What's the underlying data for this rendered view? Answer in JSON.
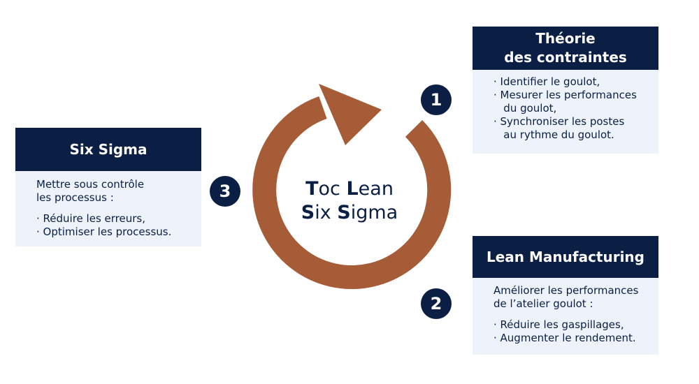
{
  "center": {
    "line1": [
      {
        "text": "T",
        "bold": true
      },
      {
        "text": "oc ",
        "bold": false
      },
      {
        "text": "L",
        "bold": true
      },
      {
        "text": "ean",
        "bold": false
      }
    ],
    "line2": [
      {
        "text": "S",
        "bold": true
      },
      {
        "text": "ix ",
        "bold": false
      },
      {
        "text": "S",
        "bold": true
      },
      {
        "text": "igma",
        "bold": false
      }
    ]
  },
  "colors": {
    "navy": "#0b1f44",
    "cycle_arrow": "#a65c36",
    "card_body": "#edf2fb"
  },
  "toc": {
    "number": "1",
    "title_line1": "Théorie",
    "title_line2": "des contraintes",
    "lines": [
      "· Identifier le goulot,",
      "· Mesurer les performances",
      "   du goulot,",
      "· Synchroniser les postes",
      "   au rythme du goulot."
    ]
  },
  "lean": {
    "number": "2",
    "title": "Lean Manufacturing",
    "intro": [
      "Améliorer les performances",
      "de l’atelier goulot :"
    ],
    "bullets": [
      "· Réduire les gaspillages,",
      "· Augmenter le rendement."
    ]
  },
  "sixsigma": {
    "number": "3",
    "title": "Six Sigma",
    "intro": [
      "Mettre sous contrôle",
      "les processus :"
    ],
    "bullets": [
      "· Réduire les erreurs,",
      "· Optimiser les processus."
    ]
  }
}
